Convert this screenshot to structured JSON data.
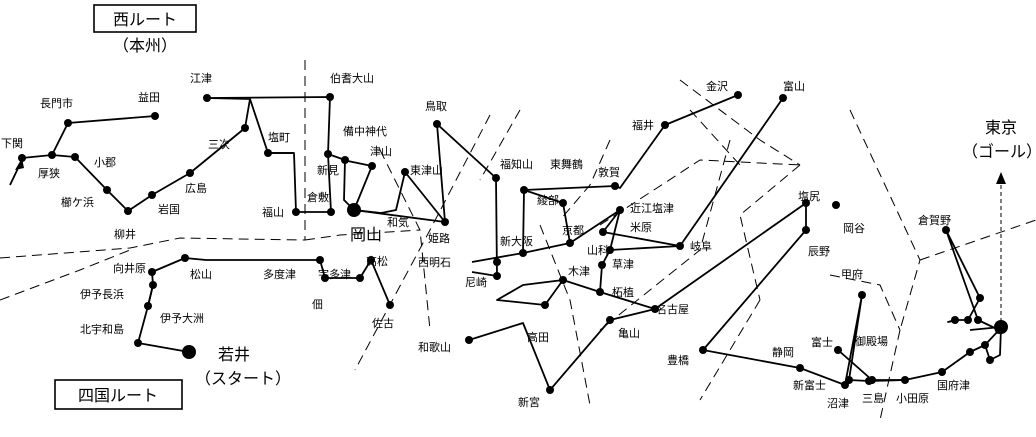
{
  "labels": {
    "west_title": "西ルート",
    "west_sub": "（本州）",
    "shikoku_title": "四国ルート",
    "start_name": "若井",
    "start_sub": "（スタート）",
    "goal_name": "東京",
    "goal_sub": "（ゴール）",
    "okayama": "岡山"
  },
  "stations": {
    "shimonoseki": "下関",
    "nagato": "長門市",
    "masuda": "益田",
    "koshi": "厚狭",
    "ogori": "小郡",
    "kushigahama": "櫛ケ浜",
    "iwakuni": "岩国",
    "hiroshima": "広島",
    "miyoshi": "三次",
    "yanai": "柳井",
    "gotsu": "江津",
    "hoki_daisen": "伯耆大山",
    "shiomachi": "塩町",
    "bicchu_kojiro": "備中神代",
    "niimi": "新見",
    "tsuyama": "津山",
    "fukuyama": "福山",
    "kurashiki": "倉敷",
    "wake": "和気",
    "tottori": "鳥取",
    "higashi_tsuyama": "東津山",
    "himeji": "姫路",
    "fukuchiyama": "福知山",
    "higashi_maizuru": "東舞鶴",
    "tsuruga": "敦賀",
    "fukui": "福井",
    "kanazawa": "金沢",
    "toyama": "富山",
    "ayabe": "綾部",
    "shin_osaka": "新大阪",
    "nishi_akashi": "西明石",
    "amagasaki": "尼崎",
    "kyoto": "京都",
    "omi_shiotsu": "近江塩津",
    "maibara": "米原",
    "gifu": "岐阜",
    "yamashina": "山科",
    "kusatsu": "草津",
    "kizu": "木津",
    "tsuge": "柘植",
    "takada": "高田",
    "wakayama": "和歌山",
    "shingu": "新宮",
    "kameyama": "亀山",
    "nagoya": "名古屋",
    "toyohashi": "豊橋",
    "shiojiri": "塩尻",
    "okaya": "岡谷",
    "tatsuno": "辰野",
    "kofu": "甲府",
    "kuragano": "倉賀野",
    "fuji": "富士",
    "gotemba": "御殿場",
    "shizuoka": "静岡",
    "shin_fuji": "新富士",
    "numazu": "沼津",
    "mishima": "三島",
    "odawara": "小田原",
    "kozu": "国府津",
    "mukaihara": "向井原",
    "iyo_nagahama": "伊予長浜",
    "iyo_ozu": "伊予大洲",
    "kita_uwajima": "北宇和島",
    "matsuyama": "松山",
    "tadotsu": "多度津",
    "utazu": "宇多津",
    "takamatsu": "高松",
    "tsukuda": "佃",
    "sako": "佐古"
  }
}
